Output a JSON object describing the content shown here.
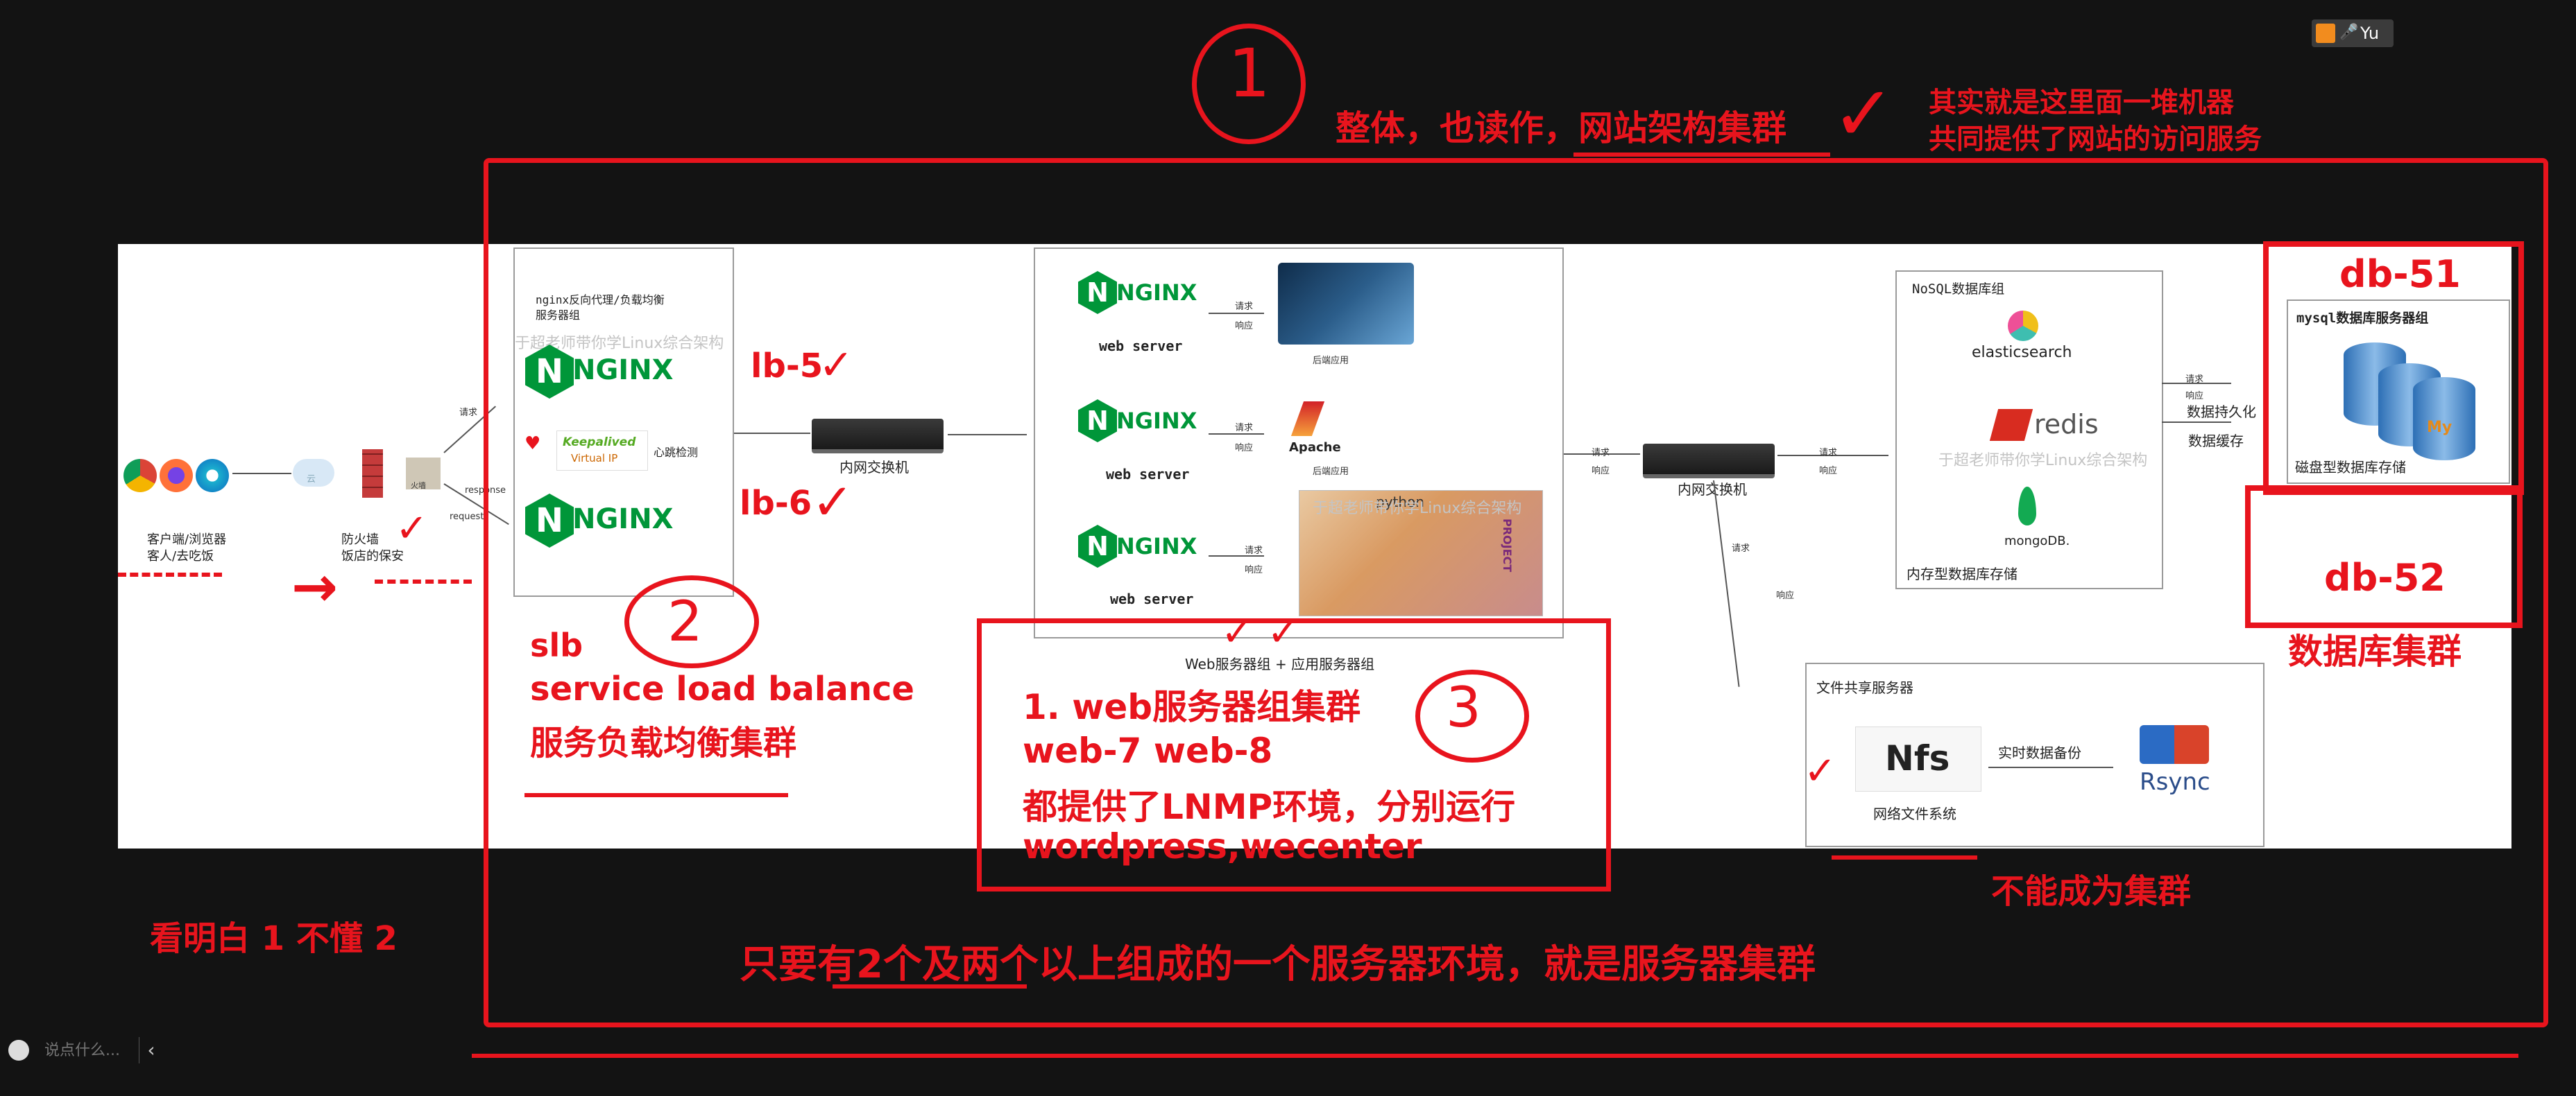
{
  "header": {
    "circle_one": "1",
    "title": "整体，也读作，网站架构集群",
    "note_line1": "其实就是这里面一堆机器",
    "note_line2": "共同提供了网站的访问服务"
  },
  "topbar": {
    "user": "Yu"
  },
  "diagram": {
    "client_line1": "客户端/浏览器",
    "client_line2": "客人/去吃饭",
    "firewall_line1": "防火墙",
    "firewall_line2": "饭店的保安",
    "firewall_icon1": "云",
    "firewall_icon2": "火墙",
    "request": "请求",
    "response": "response",
    "request2": "request",
    "lb_group_line1": "nginx反向代理/负载均衡",
    "lb_group_line2": "服务器组",
    "watermark": "于超老师带你学Linux综合架构",
    "nginx_logo": "NGINX",
    "keepalived_line1": "Keepalived",
    "keepalived_line2": "Virtual IP",
    "heartbeat": "心跳检测",
    "switch_label": "内网交换机",
    "web_server": "web server",
    "req": "请求",
    "resp": "响应",
    "backend_app": "后端应用",
    "apache": "Apache",
    "python": "python",
    "project": "PROJECT",
    "web_group_label": "Web服务器组 + 应用服务器组",
    "nosql_title": "NoSQL数据库组",
    "elasticsearch": "elasticsearch",
    "redis": "redis",
    "mongodb": "mongoDB.",
    "memdb": "内存型数据库存储",
    "persist": "数据持久化",
    "cache": "数据缓存",
    "mysql_title": "mysql数据库服务器组",
    "my_icon": "My",
    "diskdb": "磁盘型数据库存储",
    "fileshare_title": "文件共享服务器",
    "nfs": "Nfs",
    "nfs_label": "网络文件系统",
    "realtime_backup": "实时数据备份",
    "rsync": "Rsync"
  },
  "annotations": {
    "lb5": "lb-5",
    "lb6": "lb-6",
    "slb": "slb",
    "slb_full": "service load balance",
    "slb_cn": "服务负载均衡集群",
    "circle_two": "2",
    "circle_three": "3",
    "web_line1": "1. web服务器组集群",
    "web_line2": "web-7  web-8",
    "web_line3": "都提供了LNMP环境，分别运行",
    "web_line4": "wordpress,wecenter",
    "db51": "db-51",
    "db52": "db-52",
    "db_cluster": "数据库集群",
    "not_cluster": "不能成为集群",
    "understand": "看明白  1  不懂 2",
    "summary": "只要有2个及两个以上组成的一个服务器环境，就是服务器集群"
  },
  "bottom": {
    "chat_placeholder": "说点什么..."
  },
  "colors": {
    "accent": "#e8141d",
    "nginx_green": "#009639",
    "background": "#131313"
  }
}
